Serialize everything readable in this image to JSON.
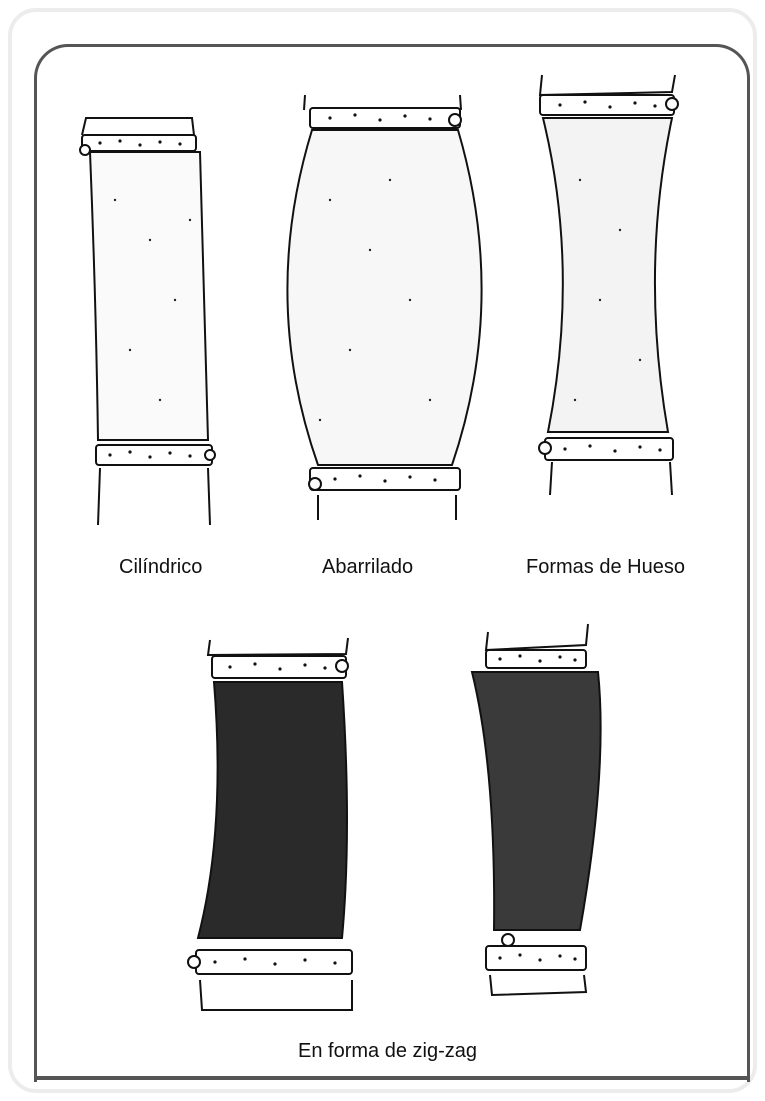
{
  "captions": {
    "cilindrico": "Cilíndrico",
    "abarrilado": "Abarrilado",
    "hueso": "Formas de Hueso",
    "zigzag": "En forma de zig-zag"
  },
  "colors": {
    "ink": "#111111",
    "frame": "#555555",
    "outer_frame": "#ececec",
    "background": "#ffffff"
  }
}
